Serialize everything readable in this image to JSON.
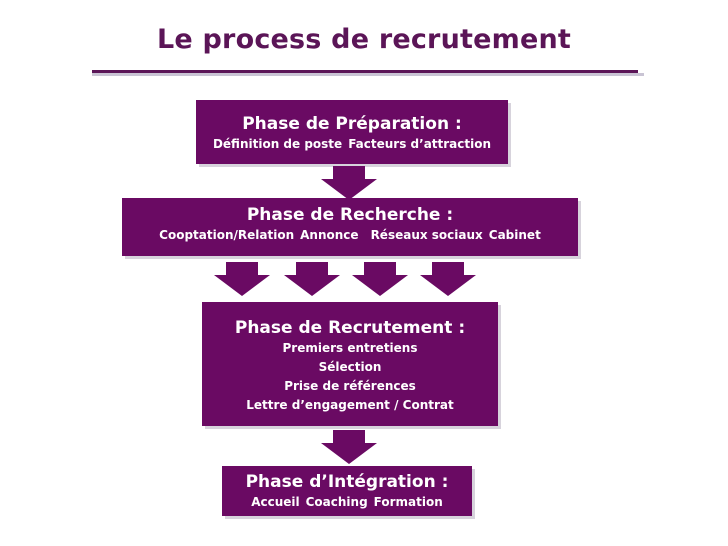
{
  "title": "Le process de recrutement",
  "colors": {
    "accent": "#6a0a63",
    "title": "#5b1557",
    "shadow": "#d7d3dc"
  },
  "phases": {
    "preparation": {
      "heading": "Phase de Préparation :",
      "items": [
        "Définition de poste",
        "Facteurs d’attraction"
      ]
    },
    "recherche": {
      "heading": "Phase de Recherche :",
      "items": [
        "Cooptation/Relation",
        "Annonce",
        "Réseaux sociaux",
        "Cabinet"
      ]
    },
    "recrutement": {
      "heading": "Phase de Recrutement :",
      "items": [
        "Premiers entretiens",
        "Sélection",
        "Prise de références",
        "Lettre d’engagement / Contrat"
      ]
    },
    "integration": {
      "heading": "Phase d’Intégration :",
      "items": [
        "Accueil",
        "Coaching",
        "Formation"
      ]
    }
  },
  "icons": {
    "arrow": "arrow-down-icon"
  }
}
